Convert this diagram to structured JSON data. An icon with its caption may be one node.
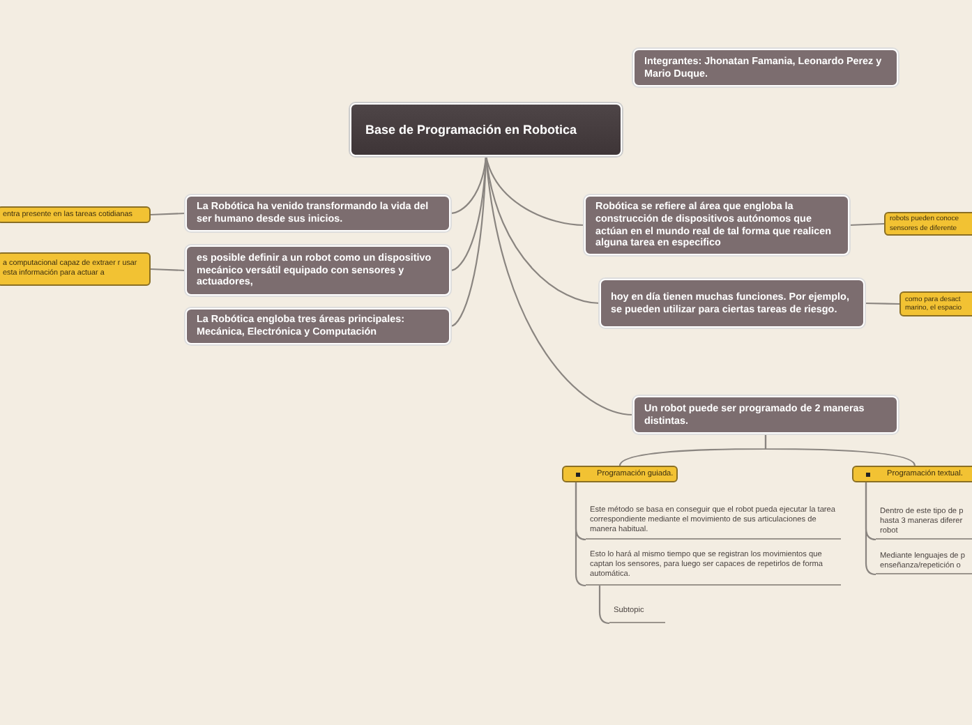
{
  "diagram": {
    "nodes": [
      {
        "text": [
          "Base de Programación en Robotica"
        ]
      },
      {
        "text": [
          "Integrantes: Jhonatan Famania, Leonardo Perez y Mario Duque."
        ]
      },
      {
        "text": [
          "La Robótica ha venido transformando la vida del ser humano desde sus inicios."
        ]
      },
      {
        "text": [
          "es posible definir a un robot como un dispositivo mecánico versátil equipado con sensores y actuadores,"
        ]
      },
      {
        "text": [
          "La Robótica engloba tres áreas principales: Mecánica, Electrónica y Computación"
        ]
      },
      {
        "text": [
          "Robótica se refiere al área que engloba la construcción de dispositivos autónomos que actúan en el mundo real de tal forma que realicen alguna tarea en especifico"
        ]
      },
      {
        "text": [
          "hoy en día tienen muchas funciones. Por ejemplo, se pueden utilizar para ciertas tareas de riesgo."
        ]
      },
      {
        "text": [
          "Un robot puede ser programado de 2 maneras distintas."
        ]
      },
      {
        "text": [
          "entra presente en las tareas cotidianas"
        ]
      },
      {
        "text": [
          "a computacional capaz de extraer r usar esta información para actuar a"
        ]
      },
      {
        "text": [
          "robots pueden conoce sensores de diferente"
        ]
      },
      {
        "text": [
          "como para desact marino, el espacio"
        ]
      },
      {
        "text": [
          "Programación guiada."
        ]
      },
      {
        "text": [
          "Programación textual."
        ]
      },
      {
        "text": [
          "Este método se basa en conseguir que el robot pueda ejecutar la tarea correspondiente mediante el movimiento de sus articulaciones de manera habitual."
        ]
      },
      {
        "text": [
          "Esto lo hará al mismo tiempo que se registran los movimientos que captan los sensores, para luego ser capaces de repetirlos de forma automática."
        ]
      },
      {
        "text": [
          "Subtopic"
        ]
      },
      {
        "text": [
          "Dentro de este tipo de p hasta 3 maneras diferer robot"
        ]
      },
      {
        "text": [
          "Mediante lenguajes de p enseñanza/repetición o"
        ]
      }
    ],
    "edges": [
      {
        "from": 0,
        "to": 2,
        "arrow": "none"
      },
      {
        "from": 0,
        "to": 3,
        "arrow": "none"
      },
      {
        "from": 0,
        "to": 4,
        "arrow": "none"
      },
      {
        "from": 0,
        "to": 5,
        "arrow": "none"
      },
      {
        "from": 0,
        "to": 6,
        "arrow": "none"
      },
      {
        "from": 0,
        "to": 7,
        "arrow": "none"
      },
      {
        "from": 2,
        "to": 8,
        "arrow": "none"
      },
      {
        "from": 3,
        "to": 9,
        "arrow": "none"
      },
      {
        "from": 5,
        "to": 10,
        "arrow": "none"
      },
      {
        "from": 6,
        "to": 11,
        "arrow": "none"
      },
      {
        "from": 7,
        "to": 12,
        "arrow": "none"
      },
      {
        "from": 7,
        "to": 13,
        "arrow": "none"
      },
      {
        "from": 12,
        "to": 14,
        "arrow": "none"
      },
      {
        "from": 12,
        "to": 15,
        "arrow": "none"
      },
      {
        "from": 15,
        "to": 16,
        "arrow": "none"
      },
      {
        "from": 13,
        "to": 17,
        "arrow": "none"
      },
      {
        "from": 13,
        "to": 18,
        "arrow": "none"
      }
    ]
  }
}
